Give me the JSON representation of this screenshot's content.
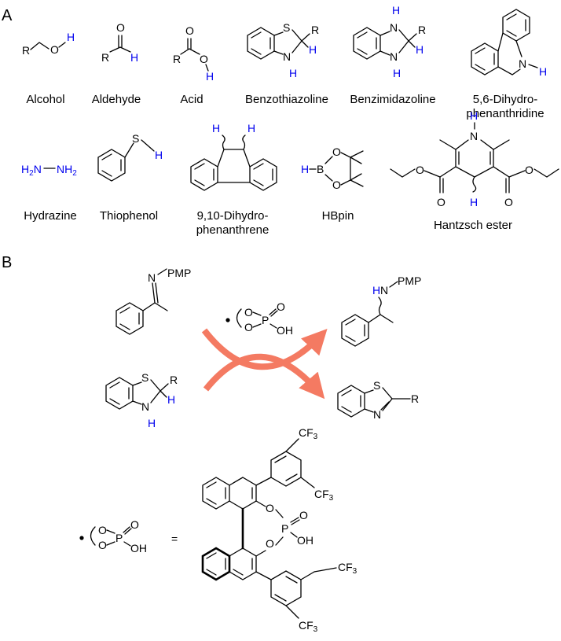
{
  "panels": {
    "a": "A",
    "b": "B"
  },
  "compounds": [
    {
      "name": "Alcohol"
    },
    {
      "name": "Aldehyde"
    },
    {
      "name": "Acid"
    },
    {
      "name": "Benzothiazoline"
    },
    {
      "name": "Benzimidazoline"
    },
    {
      "name": "5,6-Dihydro-",
      "name2": "phenanthridine"
    },
    {
      "name": "Hydrazine"
    },
    {
      "name": "Thiophenol"
    },
    {
      "name": "9,10-Dihydro-",
      "name2": "phenanthrene"
    },
    {
      "name": "HBpin"
    },
    {
      "name": "Hantzsch ester"
    }
  ],
  "atoms": {
    "R": "R",
    "O": "O",
    "H": "H",
    "S": "S",
    "N": "N",
    "B": "B",
    "NH": "NH",
    "OH": "OH",
    "P": "P",
    "PMP": "PMP",
    "h2": "H",
    "two": "2",
    "CF": "CF",
    "three": "3",
    "equals": "="
  },
  "colors": {
    "hydrogen": "#0000ee",
    "arrow": "#f47a62",
    "bond": "#000000"
  }
}
